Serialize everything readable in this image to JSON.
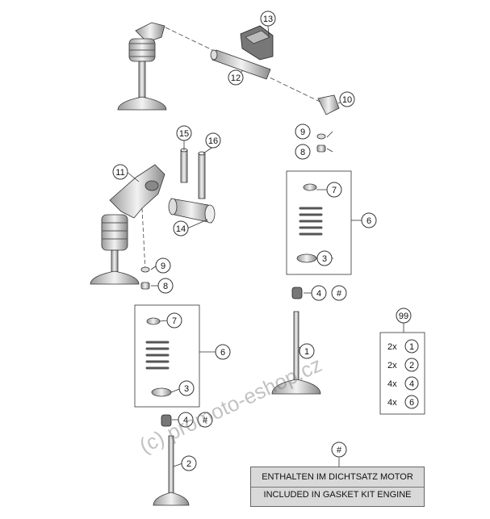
{
  "callouts": {
    "c1": "1",
    "c2": "2",
    "c3a": "3",
    "c3b": "3",
    "c4a": "4",
    "c4b": "4",
    "c6a": "6",
    "c6b": "6",
    "c7a": "7",
    "c7b": "7",
    "c8a": "8",
    "c8b": "8",
    "c9a": "9",
    "c9b": "9",
    "c10": "10",
    "c11": "11",
    "c12": "12",
    "c13": "13",
    "c14": "14",
    "c15": "15",
    "c16": "16",
    "hash_a": "#",
    "hash_b": "#",
    "hash_note": "#",
    "c99": "99"
  },
  "kit": {
    "row1_qty": "2x",
    "row1_part": "1",
    "row2_qty": "2x",
    "row2_part": "2",
    "row3_qty": "4x",
    "row3_part": "4",
    "row4_qty": "4x",
    "row4_part": "6"
  },
  "note": {
    "line1": "ENTHALTEN IM DICHTSATZ MOTOR",
    "line2": "INCLUDED IN GASKET KIT ENGINE"
  },
  "watermark": "(c) promoto-eshop.cz"
}
